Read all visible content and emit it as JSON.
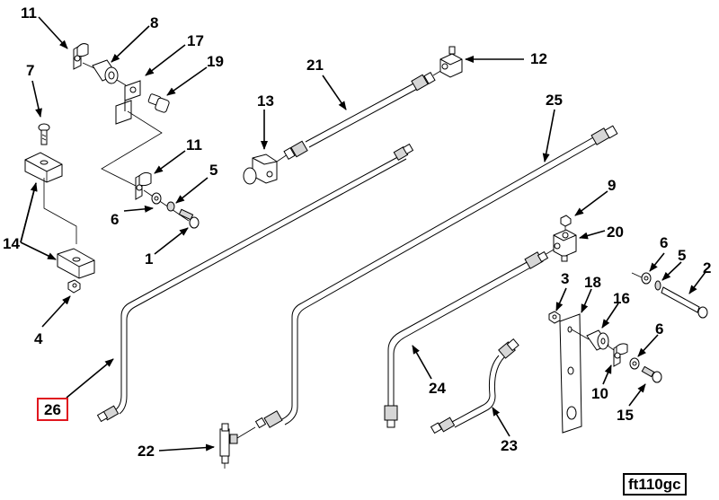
{
  "diagram": {
    "type": "exploded parts diagram",
    "figure_id": "ft110gc",
    "highlighted_callout": "26",
    "highlight_color": "#e0171f",
    "callouts": [
      {
        "id": "c11a",
        "label": "11"
      },
      {
        "id": "c8",
        "label": "8"
      },
      {
        "id": "c17",
        "label": "17"
      },
      {
        "id": "c19",
        "label": "19"
      },
      {
        "id": "c7",
        "label": "7"
      },
      {
        "id": "c11b",
        "label": "11"
      },
      {
        "id": "c5a",
        "label": "5"
      },
      {
        "id": "c6a",
        "label": "6"
      },
      {
        "id": "c1",
        "label": "1"
      },
      {
        "id": "c14",
        "label": "14"
      },
      {
        "id": "c4",
        "label": "4"
      },
      {
        "id": "c21",
        "label": "21"
      },
      {
        "id": "c12",
        "label": "12"
      },
      {
        "id": "c13",
        "label": "13"
      },
      {
        "id": "c25",
        "label": "25"
      },
      {
        "id": "c9",
        "label": "9"
      },
      {
        "id": "c20",
        "label": "20"
      },
      {
        "id": "c6b",
        "label": "6"
      },
      {
        "id": "c5b",
        "label": "5"
      },
      {
        "id": "c2",
        "label": "2"
      },
      {
        "id": "c3",
        "label": "3"
      },
      {
        "id": "c18",
        "label": "18"
      },
      {
        "id": "c16",
        "label": "16"
      },
      {
        "id": "c6c",
        "label": "6"
      },
      {
        "id": "c10",
        "label": "10"
      },
      {
        "id": "c15",
        "label": "15"
      },
      {
        "id": "c24",
        "label": "24"
      },
      {
        "id": "c23",
        "label": "23"
      },
      {
        "id": "c22",
        "label": "22"
      },
      {
        "id": "c26",
        "label": "26"
      }
    ]
  }
}
